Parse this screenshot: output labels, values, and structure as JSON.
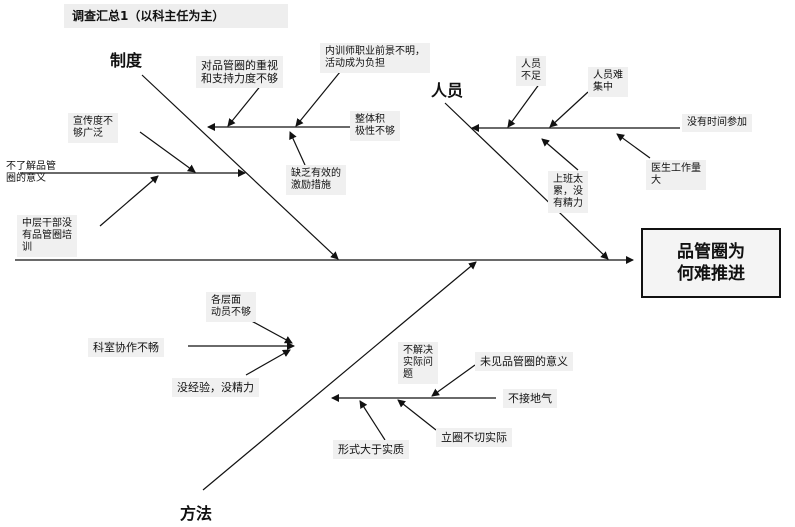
{
  "title": "调查汇总1（以科主任为主）",
  "effect": "品管圈为\n何难推进",
  "categories": {
    "system": "制度",
    "people": "人员",
    "method": "方法"
  },
  "causes": {
    "leader_attention": "对品管圈的重视\n和支持力度不够",
    "trainer_unclear": "内训师职业前景不明，\n活动成为负担",
    "publicity": "宣传度不\n够广泛",
    "not_understand": "不了解品管\n圈的意义",
    "overall_motivation": "整体积\n极性不够",
    "lack_incentive": "缺乏有效的\n激励措施",
    "middle_managers": "中层干部没\n有品管圈培\n训",
    "staff_shortage": "人员\n不足",
    "hard_gather": "人员难\n集中",
    "no_time": "没有时间参加",
    "night_shift": "上班太\n累，没\n有精力",
    "workload": "医生工作量\n大",
    "mobilization": "各层面\n动员不够",
    "collaboration": "科室协作不畅",
    "no_experience": "没经验，没精力",
    "no_solve": "不解决\n实际问\n题",
    "no_meaning": "未见品管圈的意义",
    "not_grounded": "不接地气",
    "unrealistic": "立圈不切实际",
    "formalism": "形式大于实质"
  }
}
